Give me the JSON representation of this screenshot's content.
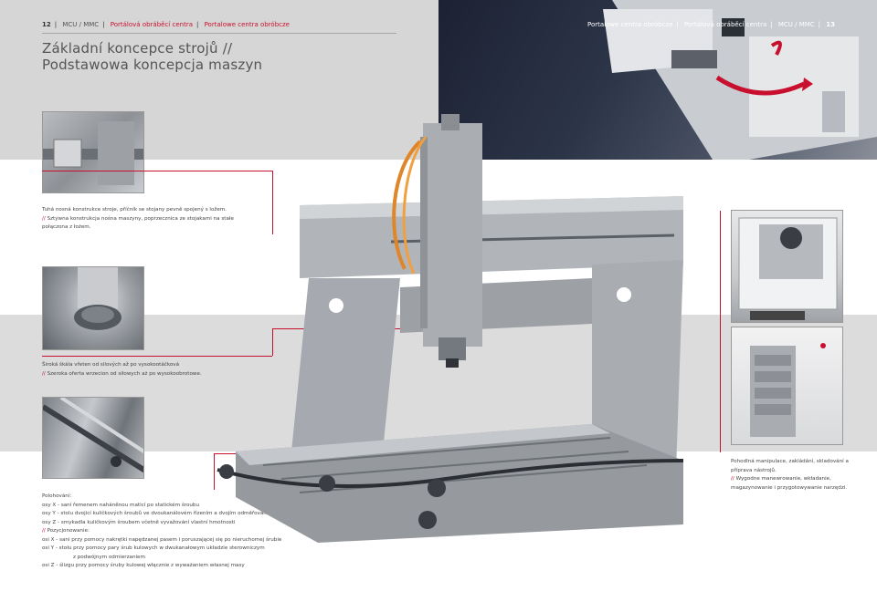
{
  "header_left": {
    "page_number": "12",
    "series": "MCU / MMC",
    "section_cz": "Portálová obráběcí centra",
    "section_pl": "Portalowe centra obróbcze"
  },
  "header_right": {
    "section_pl": "Portalowe centra obróbcze",
    "section_cz": "Portálová obráběcí centra",
    "series": "MCU / MMC",
    "page_number": "13"
  },
  "title": {
    "line_cz": "Základní koncepce strojů //",
    "line_pl": "Podstawowa koncepcja maszyn"
  },
  "captions": {
    "frame": {
      "cz": "Tuhá nosná konstrukce stroje, příčník se stojany pevně spojený s ložem.",
      "pl_prefix": "//",
      "pl": "Sztywna konstrukcja nośna maszyny, poprzecznica ze stojakami na stałe połączona z łożem."
    },
    "spindles": {
      "cz": "Široká škála vřeten od silových až po vysokootáčková",
      "pl_prefix": "//",
      "pl": "Szeroka oferta wrzecion od siłowych aż po wysokoobrotowe."
    },
    "positioning": {
      "cz_heading": "Polohování:",
      "cz_x": "osy X - saní řemenem naháněnou maticí po statickém šroubu",
      "cz_y": "osy Y - stolu dvojicí kuličkových šroubů ve dvoukanálovém řízením a dvojím odměřováním",
      "cz_z": "osy Z - smykadla kuličkovým šroubem včetně vyvažování vlastní hmotnosti",
      "pl_prefix": "//",
      "pl_heading": "Pozycjonowanie:",
      "pl_x": "osi X  - sani przy pomocy nakrętki napędzanej pasem i poruszającej się po nieruchomej śrubie",
      "pl_y1": "osi Y  - stołu przy pomocy pary śrub kulowych w dwukanałowym układzie sterowniczym",
      "pl_y2": "z podwójnym odmierzaniem",
      "pl_z": "osi Z  - ślizgu przy pomocy śruby kulowej włącznie z wyważaniem własnej masy"
    },
    "tools": {
      "cz": "Pohodlná manipulace, zakládání, skladování a příprava nástrojů.",
      "pl_prefix": "//",
      "pl": "Wygodne manewrowanie, wkładanie, magazynowanie i przygotowywanie narzędzi."
    }
  },
  "colors": {
    "accent": "#c8102e",
    "panel_grey": "#d6d6d6",
    "machine_grey": "#a7abb0"
  }
}
